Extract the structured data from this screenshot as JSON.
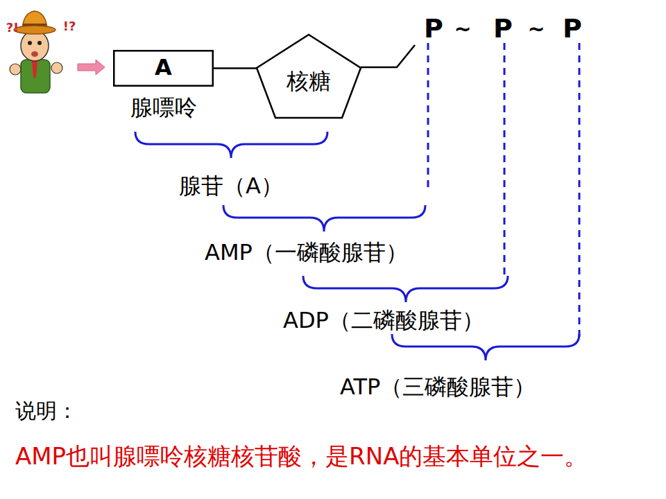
{
  "diagram": {
    "nodes": [
      {
        "text": [
          "A",
          "腺嘌呤"
        ]
      },
      {
        "text": [
          "核糖"
        ]
      }
    ],
    "edges": [
      {
        "from": 0,
        "to": 1,
        "arrow": "none"
      }
    ],
    "labels": [
      "?!",
      "!?",
      "P",
      "~",
      "P",
      "~",
      "P",
      "腺苷（A）",
      "AMP（一磷酸腺苷）",
      "ADP（二磷酸腺苷）",
      "ATP（三磷酸腺苷）",
      "说明：",
      "AMP也叫腺嘌呤核糖核苷酸，是RNA的基本单位之一。"
    ]
  }
}
